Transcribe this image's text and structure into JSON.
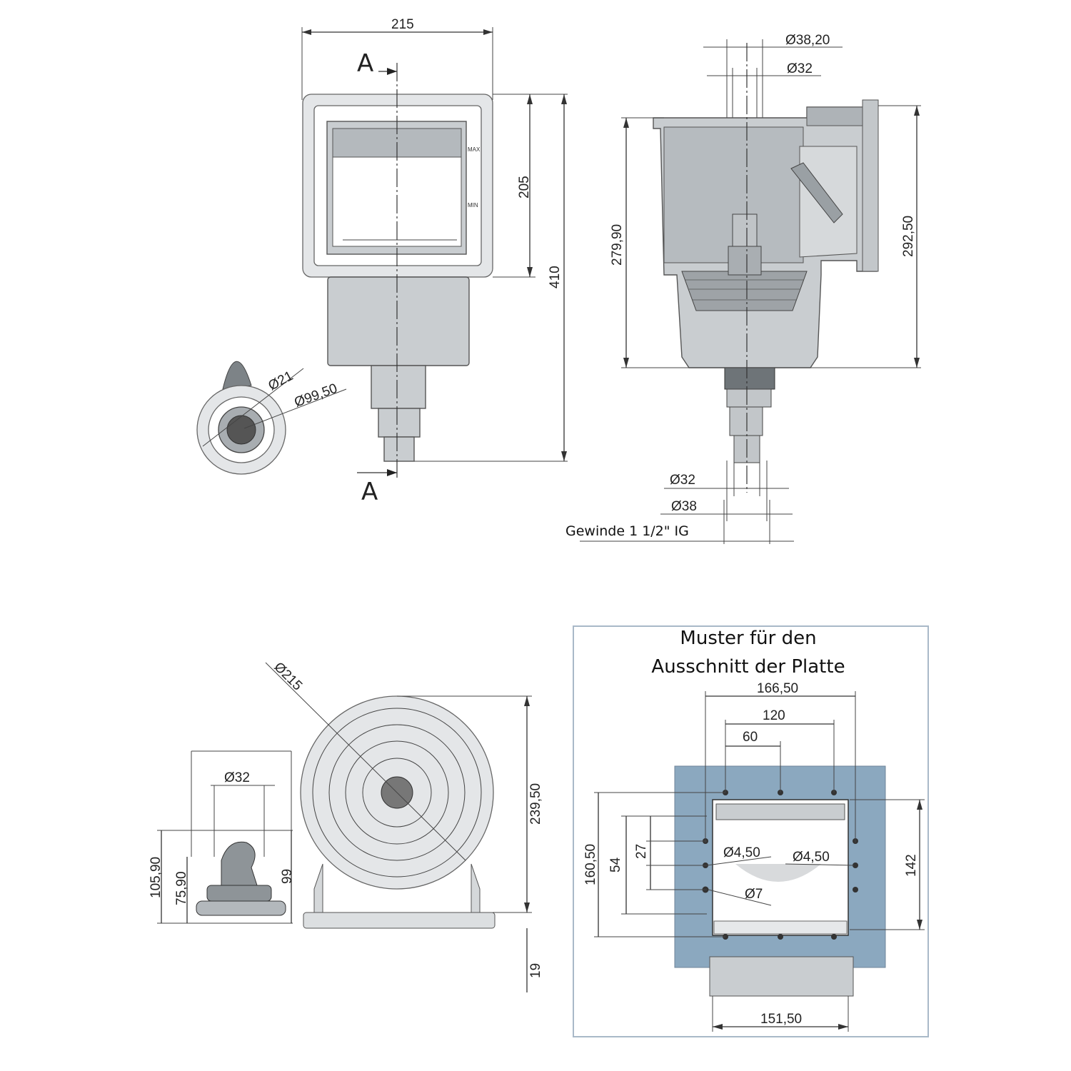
{
  "front_view": {
    "width": "215",
    "upper_height": "205",
    "total_height": "410",
    "section_letter": "A",
    "section_letter_bottom": "A",
    "max_label": "MAX",
    "min_label": "MIN",
    "nozzle_inner_dia": "Ø21",
    "nozzle_outer_dia": "Ø99,50"
  },
  "section_view": {
    "top_outer_dia": "Ø38,20",
    "top_inner_dia": "Ø32",
    "body_height": "279,90",
    "side_height": "292,50",
    "outlet_dia_32": "Ø32",
    "outlet_dia_38": "Ø38",
    "thread_label": "Gewinde 1 1/2\" IG"
  },
  "bottom_views": {
    "disc_dia": "Ø215",
    "disc_height": "239,50",
    "base_height": "19",
    "inlet_dia": "Ø32",
    "nozzle_total_height": "105,90",
    "nozzle_mid_height": "75,90",
    "nozzle_base_height": "99"
  },
  "cutout_template": {
    "title_line1": "Muster für den",
    "title_line2": "Ausschnitt der Platte",
    "width_outer": "166,50",
    "width_120": "120",
    "width_60": "60",
    "height_outer": "160,50",
    "height_54": "54",
    "height_27": "27",
    "hole_dia_left": "Ø4,50",
    "hole_dia_right": "Ø4,50",
    "hole_dia_7": "Ø7",
    "height_142": "142",
    "bottom_width": "151,50",
    "colors": {
      "plate": "#8ba8bf",
      "border": "#a9b9c8"
    }
  }
}
